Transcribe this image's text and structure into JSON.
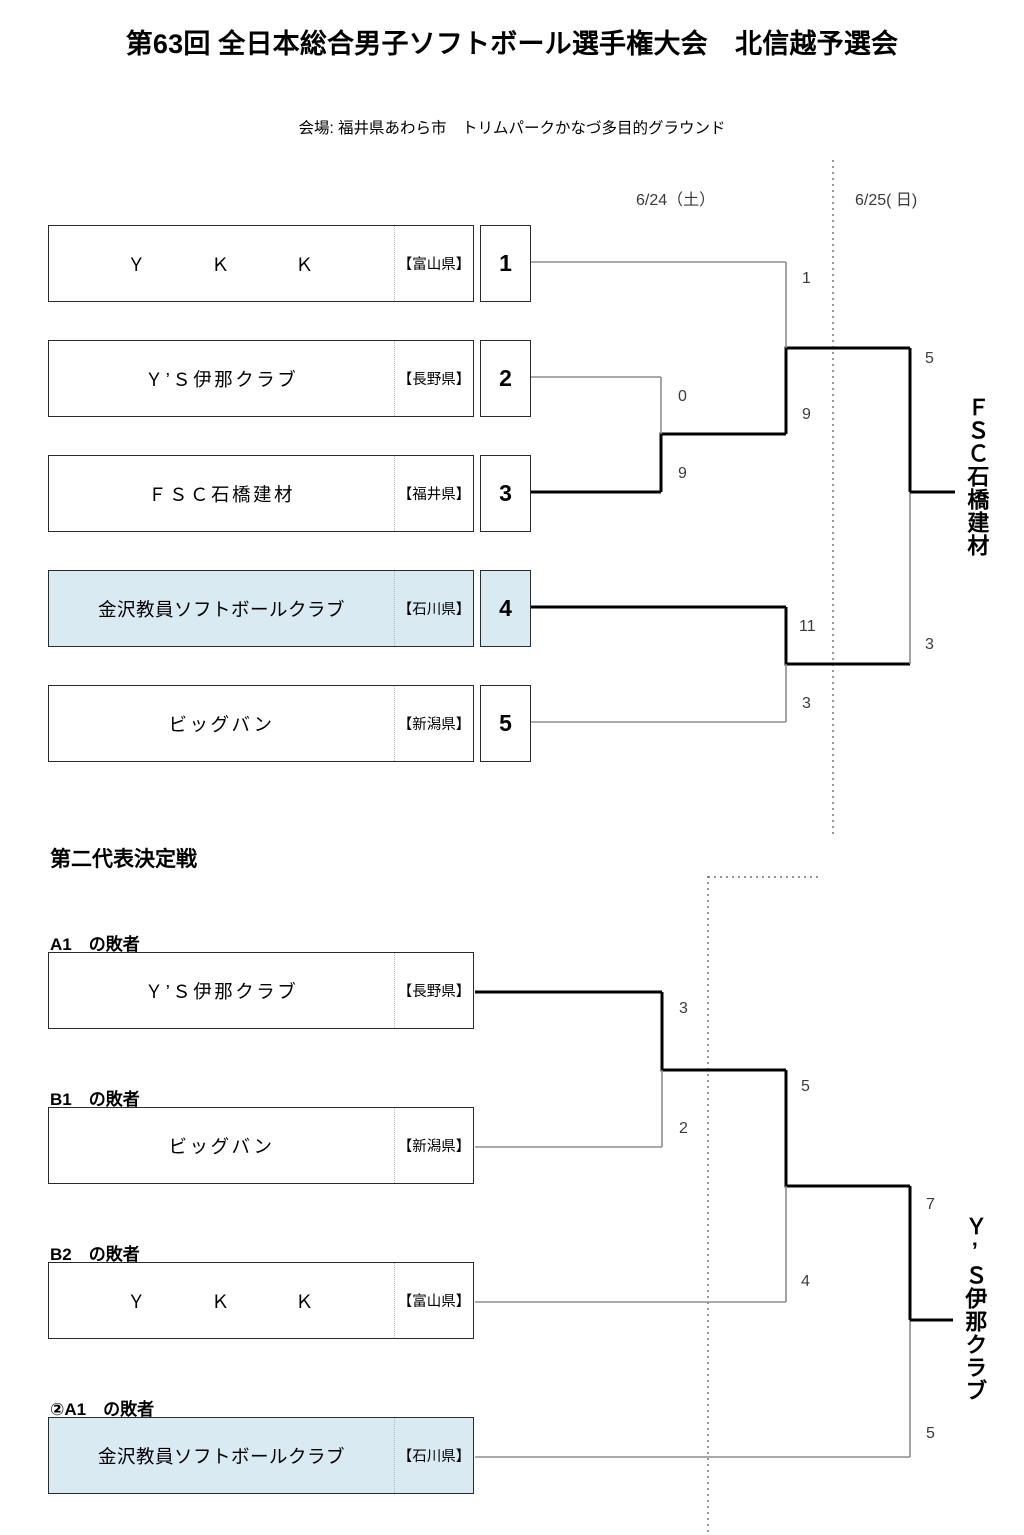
{
  "header": {
    "title": "第63回 全日本総合男子ソフトボール選手権大会　北信越予選会",
    "venue": "会場: 福井県あわら市　トリムパークかなづ多目的グラウンド"
  },
  "day_labels": [
    {
      "text": "6/24（土）"
    },
    {
      "text": "6/25( 日)"
    }
  ],
  "main_bracket": {
    "seeds": [
      {
        "seed": "1",
        "name": "Ｙ　　　Ｋ　　　Ｋ",
        "pref": "【富山県】",
        "highlight": false
      },
      {
        "seed": "2",
        "name": "Ｙ’Ｓ伊那クラブ",
        "pref": "【長野県】",
        "highlight": false
      },
      {
        "seed": "3",
        "name": "ＦＳＣ石橋建材",
        "pref": "【福井県】",
        "highlight": false
      },
      {
        "seed": "4",
        "name": "金沢教員ソフトボールクラブ",
        "pref": "【石川県】",
        "highlight": true
      },
      {
        "seed": "5",
        "name": "ビッグバン",
        "pref": "【新潟県】",
        "highlight": false
      }
    ],
    "scores": {
      "a1_upper": "0",
      "a1_lower": "9",
      "b1_upper": "1",
      "b1_lower": "9",
      "b2_upper": "11",
      "b2_lower": "3",
      "final_upper": "5",
      "final_lower": "3"
    },
    "winner": "ＦＳＣ石橋建材"
  },
  "loser_bracket": {
    "section_title": "第二代表決定戦",
    "slots": [
      {
        "label": "A1　の敗者",
        "name": "Ｙ’Ｓ伊那クラブ",
        "pref": "【長野県】",
        "highlight": false
      },
      {
        "label": "B1　の敗者",
        "name": "ビッグバン",
        "pref": "【新潟県】",
        "highlight": false
      },
      {
        "label": "B2　の敗者",
        "name": "Ｙ　　　Ｋ　　　Ｋ",
        "pref": "【富山県】",
        "highlight": false
      },
      {
        "label": "②A1　の敗者",
        "name": "金沢教員ソフトボールクラブ",
        "pref": "【石川県】",
        "highlight": true
      }
    ],
    "scores": {
      "r1_upper": "3",
      "r1_lower": "2",
      "r2_upper": "5",
      "r2_lower": "4",
      "final_upper": "7",
      "final_lower": "5"
    },
    "winner": "Ｙ’Ｓ伊那クラブ"
  },
  "colors": {
    "highlight": "#d9eaf2",
    "line_win": "#000000",
    "line_lose": "#8d8d8d",
    "border": "#2b2b2b"
  },
  "chart_data": {
    "type": "bracket",
    "title": "第63回 全日本総合男子ソフトボール選手権大会　北信越予選会",
    "brackets": [
      {
        "name": "main",
        "matches": [
          {
            "id": "A1",
            "day": "6/24（土）",
            "teams": [
              "Ｙ’Ｓ伊那クラブ",
              "ＦＳＣ石橋建材"
            ],
            "scores": [
              0,
              9
            ],
            "winner": "ＦＳＣ石橋建材"
          },
          {
            "id": "B1",
            "day": "6/24（土）",
            "teams": [
              "Ｙ　Ｋ　Ｋ",
              "ＦＳＣ石橋建材"
            ],
            "scores": [
              1,
              9
            ],
            "winner": "ＦＳＣ石橋建材"
          },
          {
            "id": "B2",
            "day": "6/24（土）",
            "teams": [
              "金沢教員ソフトボールクラブ",
              "ビッグバン"
            ],
            "scores": [
              11,
              3
            ],
            "winner": "金沢教員ソフトボールクラブ"
          },
          {
            "id": "Final",
            "day": "6/25( 日)",
            "teams": [
              "ＦＳＣ石橋建材",
              "金沢教員ソフトボールクラブ"
            ],
            "scores": [
              5,
              3
            ],
            "winner": "ＦＳＣ石橋建材"
          }
        ]
      },
      {
        "name": "second-representative",
        "matches": [
          {
            "id": "L1",
            "teams": [
              "Ｙ’Ｓ伊那クラブ",
              "ビッグバン"
            ],
            "scores": [
              3,
              2
            ],
            "winner": "Ｙ’Ｓ伊那クラブ"
          },
          {
            "id": "L2",
            "teams": [
              "Ｙ’Ｓ伊那クラブ",
              "Ｙ　Ｋ　Ｋ"
            ],
            "scores": [
              5,
              4
            ],
            "winner": "Ｙ’Ｓ伊那クラブ"
          },
          {
            "id": "L3",
            "teams": [
              "Ｙ’Ｓ伊那クラブ",
              "金沢教員ソフトボールクラブ"
            ],
            "scores": [
              7,
              5
            ],
            "winner": "Ｙ’Ｓ伊那クラブ"
          }
        ]
      }
    ]
  }
}
